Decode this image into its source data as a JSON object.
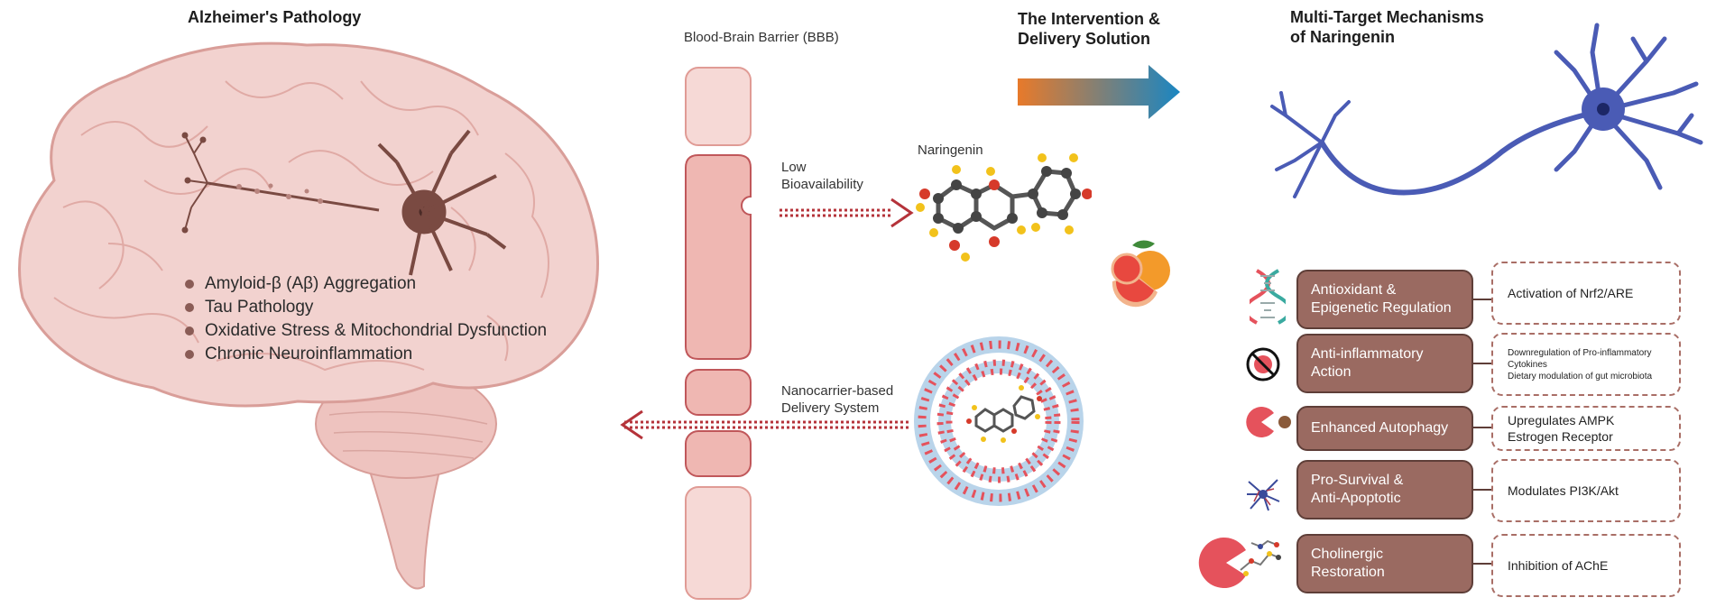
{
  "titles": {
    "pathology": "Alzheimer's Pathology",
    "bbb": "Blood-Brain Barrier (BBB)",
    "intervention_line1": "The Intervention &",
    "intervention_line2": "Delivery Solution",
    "mechanisms_line1": "Multi-Target Mechanisms",
    "mechanisms_line2": "of Naringenin"
  },
  "pathology_items": [
    "Amyloid-β (Aβ) Aggregation",
    "Tau Pathology",
    "Oxidative Stress & Mitochondrial Dysfunction",
    "Chronic Neuroinflammation"
  ],
  "flow": {
    "low_bio_line1": "Low",
    "low_bio_line2": "Bioavailability",
    "naringenin": "Naringenin",
    "nano_line1": "Nanocarrier-based",
    "nano_line2": "Delivery System"
  },
  "mechanisms": [
    {
      "icon": "dna-icon",
      "label_line1": "Antioxidant &",
      "label_line2": "Epigenetic Regulation",
      "effects": [
        "Activation of Nrf2/ARE"
      ]
    },
    {
      "icon": "no-inflammation-icon",
      "label_line1": "Anti-inflammatory",
      "label_line2": "Action",
      "effects": [
        "Downregulation of Pro-inflammatory Cytokines",
        "Dietary modulation of gut microbiota"
      ]
    },
    {
      "icon": "autophagy-icon",
      "label_line1": "Enhanced Autophagy",
      "label_line2": "",
      "effects": [
        "Upregulates AMPK",
        "Estrogen Receptor"
      ]
    },
    {
      "icon": "neuron-network-icon",
      "label_line1": "Pro-Survival &",
      "label_line2": "Anti-Apoptotic",
      "effects": [
        "Modulates PI3K/Akt"
      ]
    },
    {
      "icon": "enzyme-inhibition-icon",
      "label_line1": "Cholinergic",
      "label_line2": "Restoration",
      "effects": [
        "Inhibition of AChE"
      ]
    }
  ],
  "colors": {
    "brain": "#f2d2cf",
    "brain_outline": "#d99e99",
    "neuron_brown": "#7a4a42",
    "neuron_blue": "#4a5bb5",
    "mech_box": "#9a6a61",
    "dashed_arrow": "#b5333a",
    "arrow_orange": "#e87a2a",
    "arrow_blue": "#1a86c2"
  }
}
